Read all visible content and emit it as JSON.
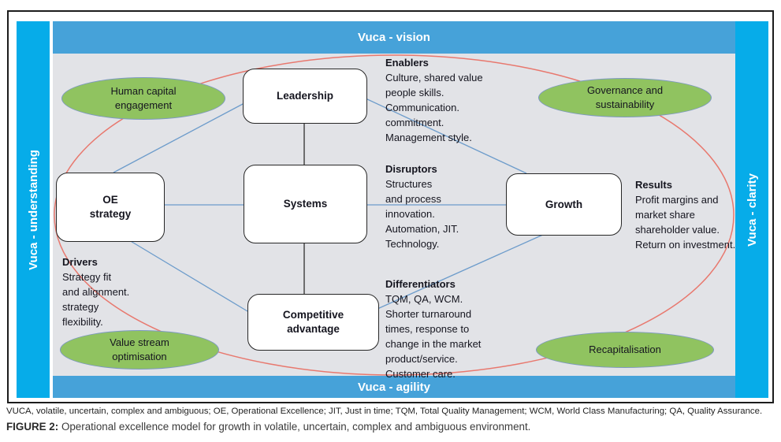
{
  "figure": {
    "bands": {
      "top": "Vuca - vision",
      "bottom": "Vuca - agility",
      "left": "Vuca - understanding",
      "right": "Vuca - clarity"
    },
    "boxes": {
      "leadership": "Leadership",
      "oe_strategy": "OE\nstrategy",
      "systems": "Systems",
      "growth": "Growth",
      "competitive_advantage": "Competitive\nadvantage"
    },
    "ellipses": {
      "human_capital": "Human capital\nengagement",
      "governance": "Governance and\nsustainability",
      "value_stream": "Value stream\noptimisation",
      "recapitalisation": "Recapitalisation"
    },
    "annotations": {
      "enablers": {
        "title": "Enablers",
        "body": "Culture, shared value\npeople skills.\nCommunication.\ncommitment.\nManagement style."
      },
      "disruptors": {
        "title": "Disruptors",
        "body": "Structures\nand process\ninnovation.\nAutomation, JIT.\nTechnology."
      },
      "results": {
        "title": "Results",
        "body": "Profit margins and\nmarket share\nshareholder value.\nReturn on investment."
      },
      "drivers": {
        "title": "Drivers",
        "body": "Strategy fit\nand alignment.\nstrategy\nflexibility."
      },
      "differentiators": {
        "title": "Differentiators",
        "body": "TQM, QA, WCM.\nShorter turnaround\ntimes, response to\nchange in the market\nproduct/service.\nCustomer care."
      }
    },
    "colors": {
      "side_band_cyan": "#06ace9",
      "top_bottom_band_blue": "#46a2d9",
      "inner_gray": "#e2e3e7",
      "ellipse_green": "#90c360",
      "ellipse_green_border": "#7d99c0",
      "outer_ellipse_red": "#e8786e",
      "connector_blue": "#6d9ccb",
      "connector_dark": "#3c3c3c"
    },
    "caption": {
      "abbreviations": "VUCA, volatile, uncertain, complex and ambiguous; OE, Operational Excellence; JIT, Just in time; TQM, Total Quality Management; WCM, World Class Manufacturing; QA, Quality Assurance.",
      "figure_label": "FIGURE 2:",
      "figure_title": " Operational excellence model for growth in volatile, uncertain, complex and ambiguous environment."
    }
  }
}
